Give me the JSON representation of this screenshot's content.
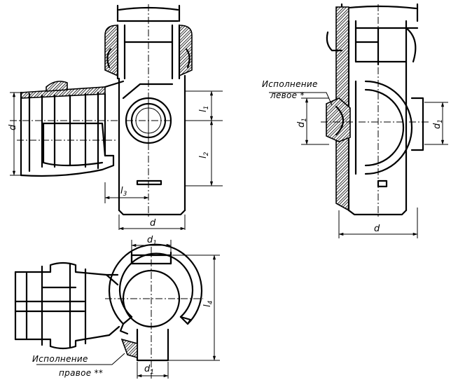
{
  "front_view": {
    "d_left": "d",
    "l1": "l",
    "l1_sub": "1",
    "l2": "l",
    "l2_sub": "2",
    "l3": "l",
    "l3_sub": "3",
    "d_bottom": "d"
  },
  "side_view": {
    "note_line1": "Исполнение",
    "note_line2": "левое *",
    "d1": "d",
    "d1_sub": "1",
    "d1_right": "d",
    "d1_right_sub": "1",
    "d_bottom": "d"
  },
  "plan_view": {
    "d1_top": "d",
    "d1_top_sub": "1",
    "l4": "l",
    "l4_sub": "4",
    "d1_bottom": "d",
    "d1_bottom_sub": "1",
    "note_line1": "Исполнение",
    "note_line2": "правое **"
  }
}
